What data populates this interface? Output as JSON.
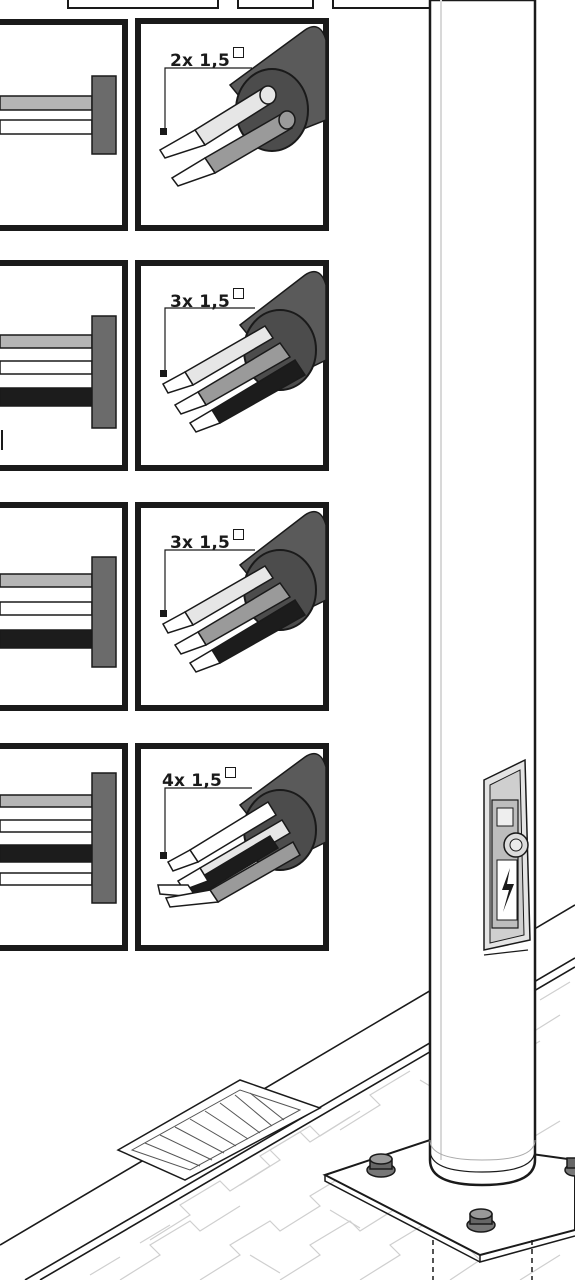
{
  "panels": [
    {
      "id": "panel-1",
      "conductors": 2,
      "label_main": "2x 1,5"
    },
    {
      "id": "panel-2",
      "conductors": 3,
      "label_main": "3x 1,5"
    },
    {
      "id": "panel-3",
      "conductors": 3,
      "label_main": "3x 1,5"
    },
    {
      "id": "panel-4",
      "conductors": 4,
      "label_main": "4x 1,5"
    }
  ],
  "colors": {
    "frame": "#1a1a1a",
    "sheath": "#5a5a5a",
    "wire_light": "#cfcfcf",
    "wire_mid": "#8d8d8d",
    "wire_dark": "#1c1c1c",
    "wire_white": "#ffffff",
    "pole": "#ffffff",
    "pavement_line": "#c8c8c8"
  }
}
